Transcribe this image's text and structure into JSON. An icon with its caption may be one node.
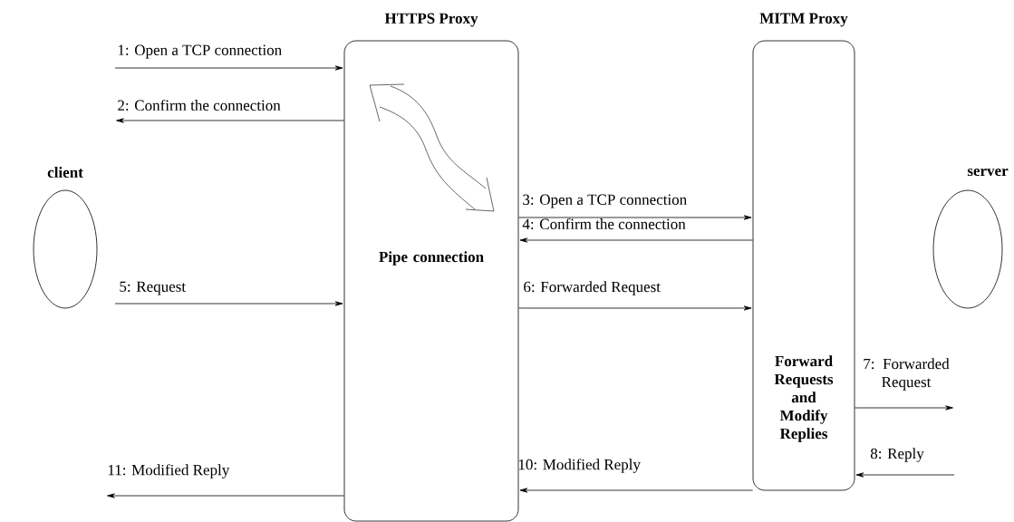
{
  "diagram": {
    "nodes": [
      {
        "text": [
          "client"
        ]
      },
      {
        "text": [
          "HTTPS Proxy",
          "Pipe connection"
        ]
      },
      {
        "text": [
          "MITM Proxy",
          "Forward Requests and Modify Replies"
        ]
      },
      {
        "text": [
          "server"
        ]
      }
    ],
    "edges": [
      {
        "from": null,
        "to": 1,
        "arrow": "to",
        "label": "1: Open a TCP connection"
      },
      {
        "from": 1,
        "to": null,
        "arrow": "to",
        "label": "2: Confirm the connection"
      },
      {
        "from": 1,
        "to": 2,
        "arrow": "to",
        "label": "3: Open a TCP connection"
      },
      {
        "from": 2,
        "to": 1,
        "arrow": "to",
        "label": "4: Confirm the connection"
      },
      {
        "from": null,
        "to": 1,
        "arrow": "to",
        "label": "5: Request"
      },
      {
        "from": 1,
        "to": 2,
        "arrow": "to",
        "label": "6: Forwarded Request"
      },
      {
        "from": 2,
        "to": null,
        "arrow": "to",
        "label": "7: Forwarded Request"
      },
      {
        "from": null,
        "to": 2,
        "arrow": "to",
        "label": "8: Reply"
      },
      {
        "from": 2,
        "to": 1,
        "arrow": "to",
        "label": "10: Modified Reply"
      },
      {
        "from": 1,
        "to": null,
        "arrow": "to",
        "label": "11: Modified Reply"
      }
    ]
  }
}
